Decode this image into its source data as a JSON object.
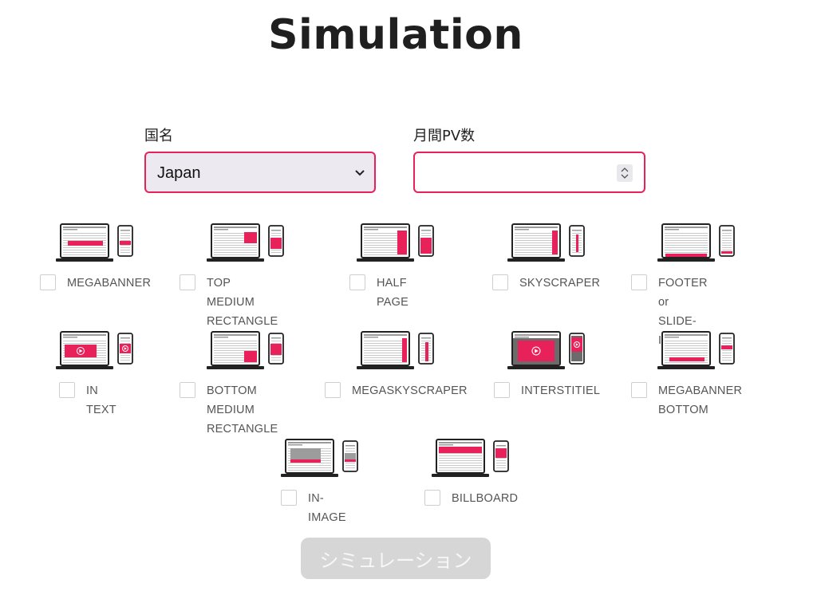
{
  "page": {
    "title": "Simulation"
  },
  "form": {
    "country_label": "国名",
    "country_value": "Japan",
    "pv_label": "月間PV数",
    "pv_value": ""
  },
  "accent_color": "#e8215a",
  "ad_formats": [
    {
      "id": "megabanner",
      "label_lines": [
        "MEGABANNER"
      ],
      "checked": false
    },
    {
      "id": "top-medium-rectangle",
      "label_lines": [
        "TOP MEDIUM",
        "RECTANGLE"
      ],
      "checked": false
    },
    {
      "id": "half-page",
      "label_lines": [
        "HALF PAGE"
      ],
      "checked": false
    },
    {
      "id": "skyscraper",
      "label_lines": [
        "SKYSCRAPER"
      ],
      "checked": false
    },
    {
      "id": "footer-or-slide-in",
      "label_lines": [
        "FOOTER or SLIDE-",
        "IN"
      ],
      "checked": false
    },
    {
      "id": "in-text",
      "label_lines": [
        "IN TEXT"
      ],
      "checked": false
    },
    {
      "id": "bottom-medium-rectangle",
      "label_lines": [
        "BOTTOM MEDIUM",
        "RECTANGLE"
      ],
      "checked": false
    },
    {
      "id": "megaskyscraper",
      "label_lines": [
        "MEGASKYSCRAPER"
      ],
      "checked": false
    },
    {
      "id": "interstitiel",
      "label_lines": [
        "INTERSTITIEL"
      ],
      "checked": false
    },
    {
      "id": "megabanner-bottom",
      "label_lines": [
        "MEGABANNER",
        "BOTTOM"
      ],
      "checked": false
    },
    {
      "id": "in-image",
      "label_lines": [
        "IN-IMAGE"
      ],
      "checked": false
    },
    {
      "id": "billboard",
      "label_lines": [
        "BILLBOARD"
      ],
      "checked": false
    }
  ],
  "submit": {
    "label": "シミュレーション",
    "disabled": true
  }
}
